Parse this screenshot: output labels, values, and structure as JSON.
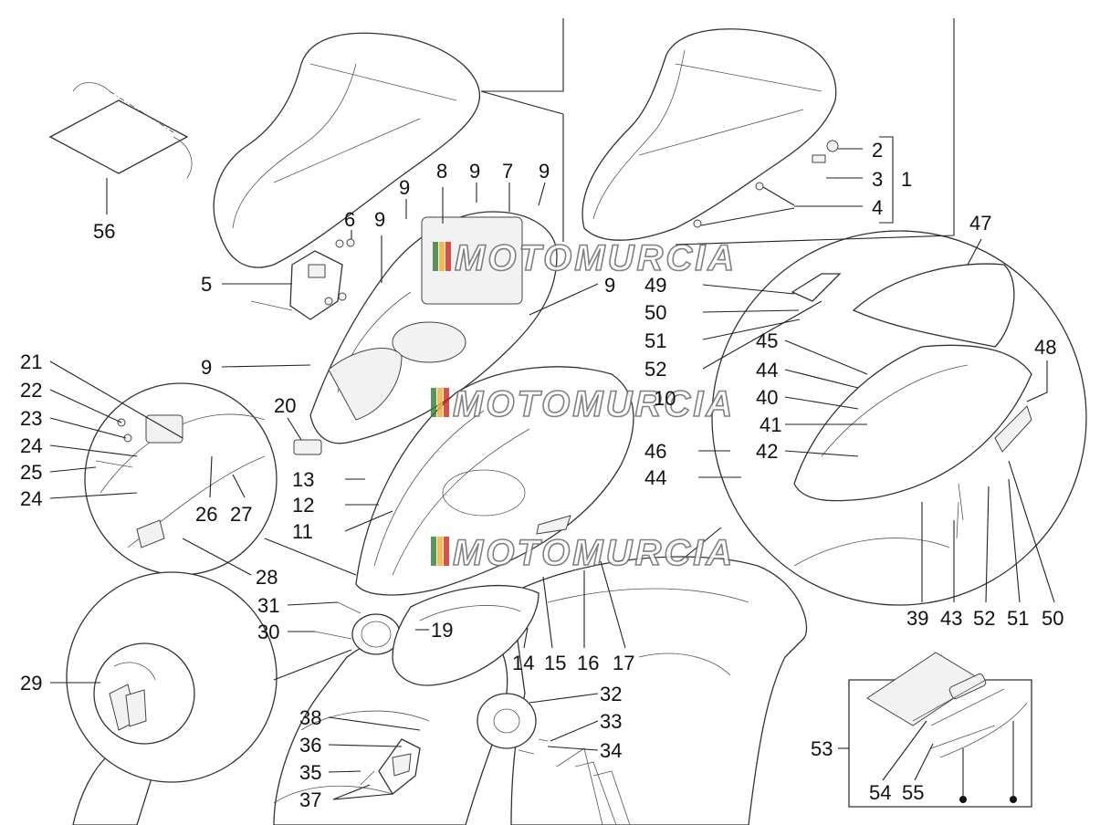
{
  "diagram": {
    "callouts": [
      "1",
      "2",
      "3",
      "4",
      "5",
      "6",
      "7",
      "8",
      "9",
      "10",
      "11",
      "12",
      "13",
      "14",
      "15",
      "16",
      "17",
      "19",
      "20",
      "21",
      "22",
      "23",
      "24",
      "25",
      "26",
      "27",
      "28",
      "29",
      "30",
      "31",
      "32",
      "33",
      "34",
      "35",
      "36",
      "37",
      "38",
      "39",
      "40",
      "41",
      "42",
      "43",
      "44",
      "45",
      "46",
      "47",
      "48",
      "49",
      "50",
      "51",
      "52",
      "53",
      "54",
      "55",
      "56"
    ],
    "watermark": "MOTOMURCIA"
  }
}
